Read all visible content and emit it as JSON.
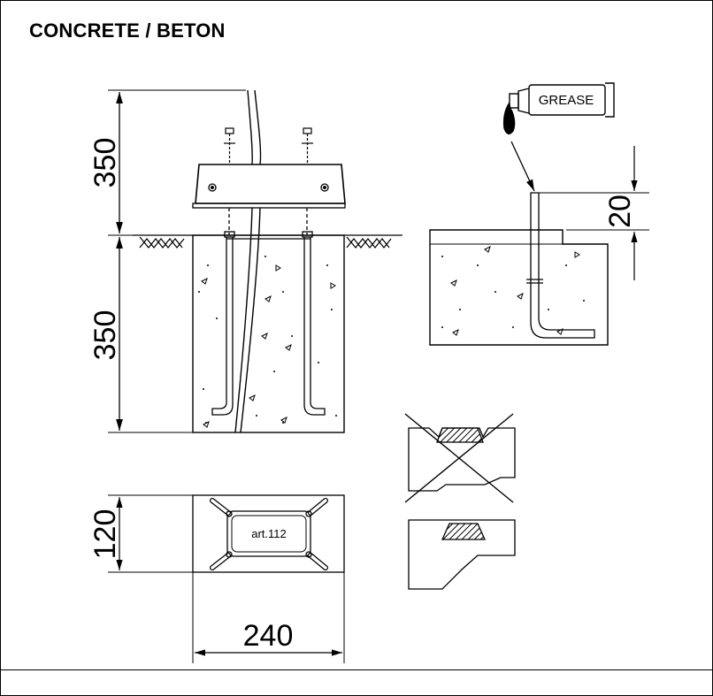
{
  "title": "CONCRETE / BETON",
  "dims": {
    "top_height": "350",
    "bottom_height": "350",
    "ring_height": "20",
    "plan_height": "120",
    "plan_width": "240"
  },
  "labels": {
    "tube": "GREASE",
    "plate": "art.112"
  }
}
